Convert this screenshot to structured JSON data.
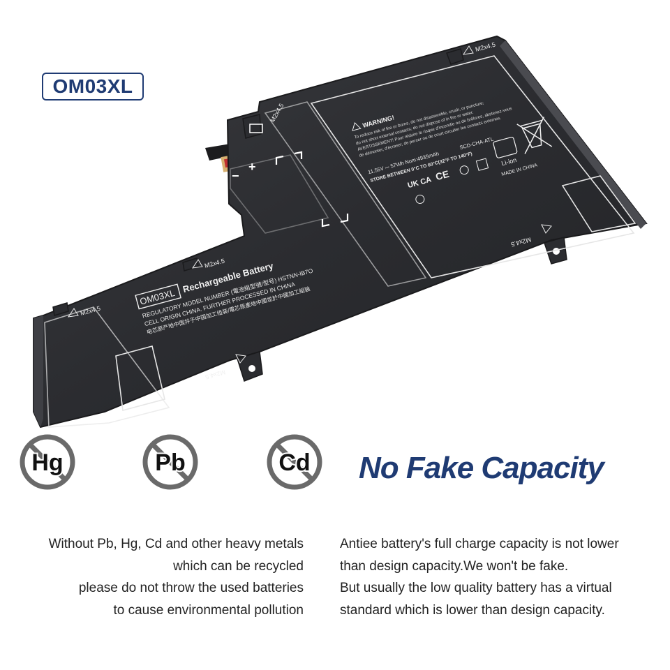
{
  "badge": {
    "model": "OM03XL"
  },
  "battery": {
    "model_label": "OM03XL",
    "title": "Rechargeable Battery",
    "regulatory": "REGULATORY MODEL NUMBER (電池組型號/型号) HSTNN-IB7O",
    "origin": "CELL ORIGIN CHINA. FURTHER PROCESSED IN CHINA",
    "origin_cn": "电芯原产地中国并于中国加工组装/電芯原產地中國並於中國加工組裝",
    "screw_labels": [
      "M2x4.5",
      "M2x4.5",
      "M2x4.5",
      "M2x4.5",
      "M2x4.5",
      "M2x4.5"
    ],
    "warning_title": "WARNING!",
    "warning_lines": [
      "To reduce risk of fire or burns, do not disassemble, crush, or puncture;",
      "do not short external contacts; do not dispose of in fire or water.",
      "AVERTISSEMENT! Pour réduire le risque d'incendie ou de brûlures, abstenez-vous",
      "de démonter, d'écraser, de percer ou de court-circuiter les contacts externes."
    ],
    "spec": "11.55V ⎓ 57Wh Nom:4935mAh",
    "part": "SCD-CHA-ATL",
    "store": "STORE BETWEEN 0°C TO 60°C(32°F TO 140°F)",
    "marks": [
      "UK CA",
      "CE"
    ],
    "li_ion": "Li-ion",
    "made_in": "MADE IN CHINA",
    "plus": "+",
    "minus": "−"
  },
  "seals": [
    "Hg",
    "Pb",
    "Cd"
  ],
  "headline": "No Fake Capacity",
  "left_text": [
    "Without Pb, Hg, Cd and other heavy metals",
    "which can be recycled",
    "please do not throw the used batteries",
    "to cause environmental pollution"
  ],
  "right_text": [
    "Antiee battery's full charge capacity is not lower",
    "than design capacity.We won't be fake.",
    "But usually the low quality battery has a virtual",
    "standard which is lower than design capacity."
  ],
  "colors": {
    "brand": "#1f3b73",
    "battery": "#2b2c2f",
    "seal": "#6a6a6a"
  }
}
